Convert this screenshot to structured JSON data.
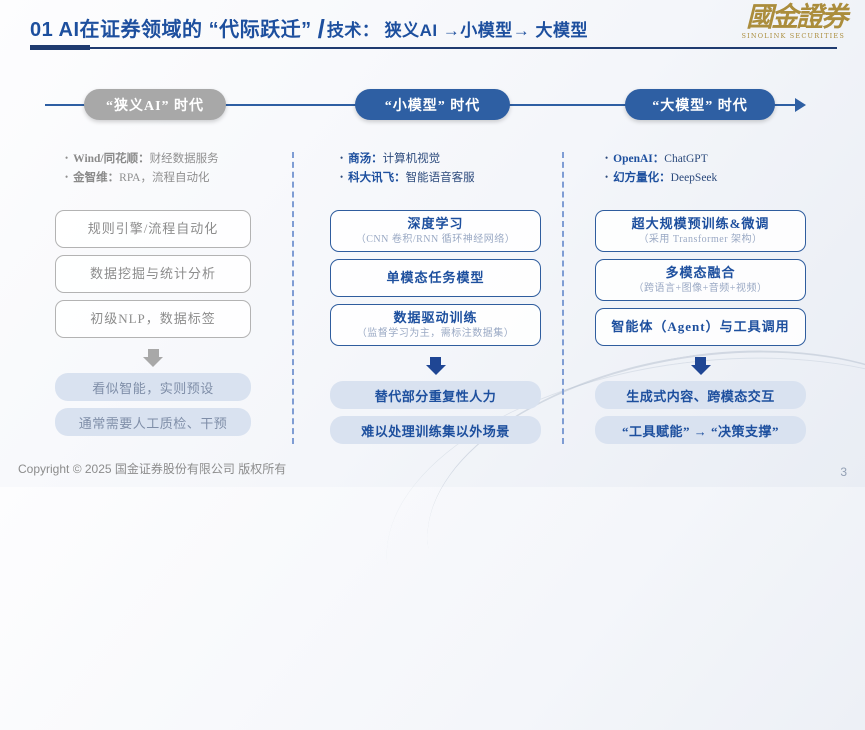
{
  "header": {
    "title_main": "01 AI在证券领域的 “代际跃迁”",
    "title_slash": "/",
    "title_sub": "技术： 狭义AI →小模型→ 大模型",
    "logo_text": "國金證券",
    "logo_subtext": "SINOLINK SECURITIES"
  },
  "timeline": {
    "eras": [
      {
        "label": "“狭义AI” 时代"
      },
      {
        "label": "“小模型” 时代"
      },
      {
        "label": "“大模型” 时代"
      }
    ]
  },
  "columns": [
    {
      "bullets": [
        {
          "name": "Wind/同花顺：",
          "desc": "财经数据服务"
        },
        {
          "name": "金智维：",
          "desc": "RPA，流程自动化"
        }
      ],
      "boxes": [
        {
          "title": "规则引擎/流程自动化"
        },
        {
          "title": "数据挖掘与统计分析"
        },
        {
          "title": "初级NLP，数据标签"
        }
      ],
      "results": [
        "看似智能，实则预设",
        "通常需要人工质检、干预"
      ]
    },
    {
      "bullets": [
        {
          "name": "商汤：",
          "desc": "计算机视觉"
        },
        {
          "name": "科大讯飞：",
          "desc": "智能语音客服"
        }
      ],
      "boxes": [
        {
          "title": "深度学习",
          "sub": "（CNN 卷积/RNN 循环神经网络）"
        },
        {
          "title": "单模态任务模型"
        },
        {
          "title": "数据驱动训练",
          "sub": "（监督学习为主，需标注数据集）"
        }
      ],
      "results": [
        "替代部分重复性人力",
        "难以处理训练集以外场景"
      ]
    },
    {
      "bullets": [
        {
          "name": "OpenAI：",
          "desc": "ChatGPT"
        },
        {
          "name": "幻方量化：",
          "desc": "DeepSeek"
        }
      ],
      "boxes": [
        {
          "title": "超大规模预训练&微调",
          "sub": "（采用 Transformer 架构）"
        },
        {
          "title": "多模态融合",
          "sub": "（跨语言+图像+音频+视频）"
        },
        {
          "title": "智能体（Agent）与工具调用"
        }
      ],
      "results": [
        "生成式内容、跨模态交互",
        "“工具赋能” → “决策支撑”"
      ]
    }
  ],
  "footer": {
    "copyright": "Copyright © 2025 国金证券股份有限公司 版权所有",
    "page": "3"
  },
  "colors": {
    "accent_blue": "#2e5fa3",
    "dark_navy": "#1f3b70",
    "gray_era": "#a8a8a8",
    "gold_logo": "#ab8d3c",
    "result_fill": "#d9e2f0"
  }
}
